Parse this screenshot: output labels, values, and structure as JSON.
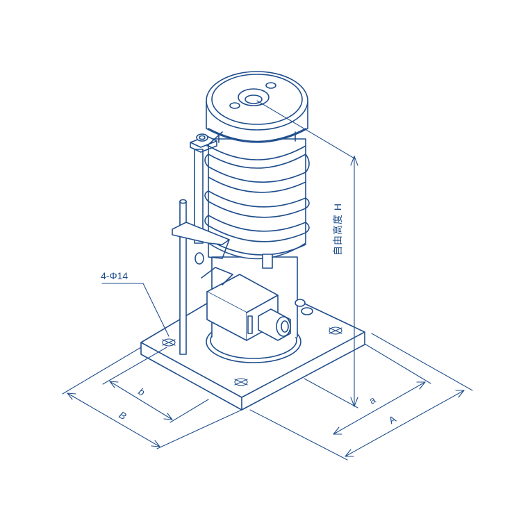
{
  "diagram": {
    "title": "Spring buffer isometric installation drawing",
    "line_color": "#1f4e8c",
    "background": "#ffffff",
    "labels": {
      "mounting_holes": "4-Φ14",
      "free_height": "自由高度 H",
      "base_width_outer": "B",
      "base_width_inner": "b",
      "base_length_inner": "a",
      "base_length_outer": "A"
    },
    "components": [
      "top-cap",
      "coil-spring",
      "support-cylinder",
      "limit-switch",
      "cable-gland",
      "striker-rod",
      "guide-rod",
      "bracket",
      "base-plate",
      "mounting-bolt-holes"
    ]
  }
}
